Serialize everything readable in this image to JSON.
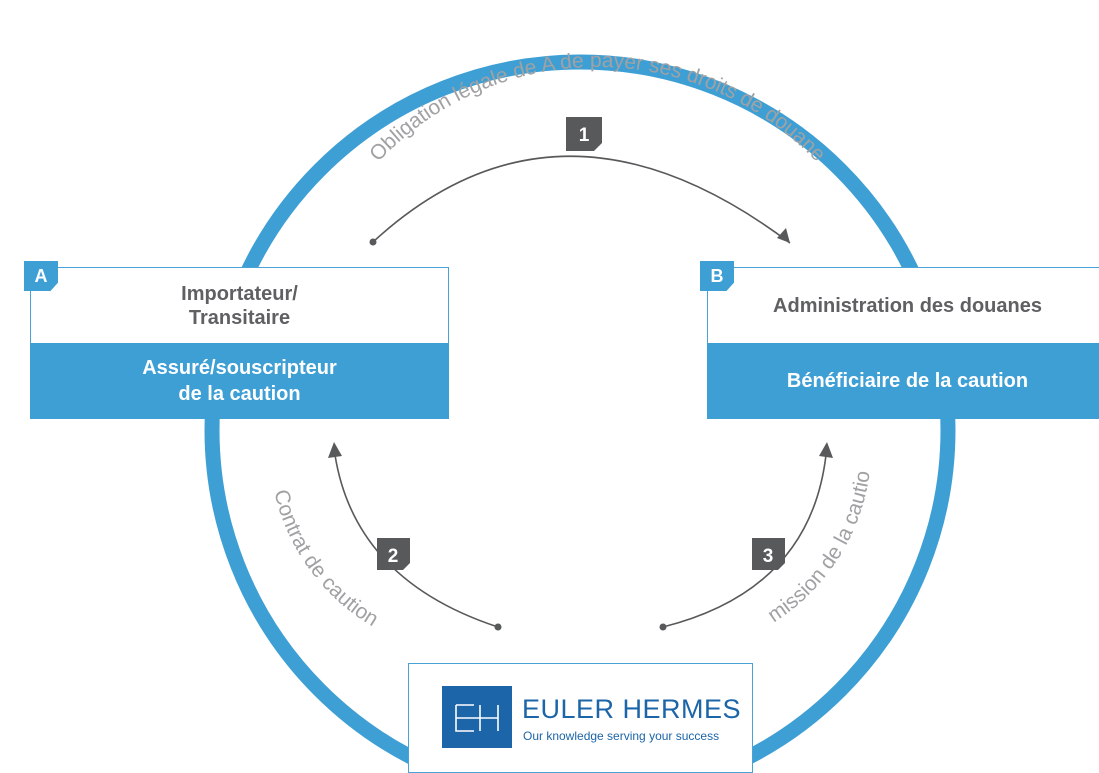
{
  "colors": {
    "ring": "#3e9fd5",
    "accent_band": "#3e9fd5",
    "badge": "#58595b",
    "arrow": "#58595b",
    "label_text": "#a0a1a3",
    "logo": "#1b65a8"
  },
  "party_a": {
    "letter": "A",
    "title": "Importateur/\nTransitaire",
    "role": "Assuré/souscripteur\nde la caution"
  },
  "party_b": {
    "letter": "B",
    "title": "Administration des douanes",
    "role": "Bénéficiaire de la caution"
  },
  "steps": [
    {
      "number": "1",
      "label": "Obligation légale de A de payer ses droits de douane"
    },
    {
      "number": "2",
      "label": "Contrat de caution"
    },
    {
      "number": "3",
      "label": "Émission de la caution"
    }
  ],
  "logo": {
    "icon": "euler-hermes-eh-mark",
    "name": "EULER HERMES",
    "tagline": "Our knowledge serving your success"
  }
}
